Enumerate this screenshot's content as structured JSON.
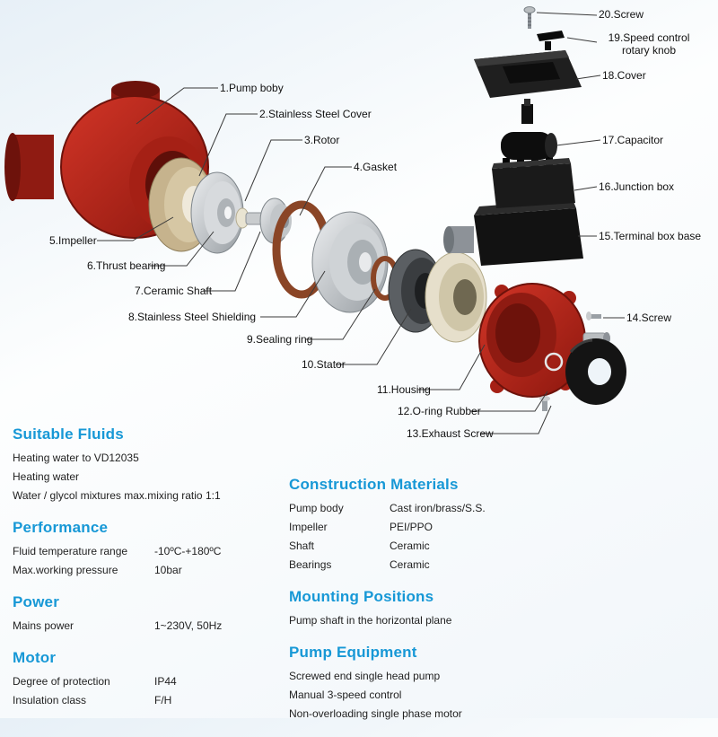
{
  "colors": {
    "accent_blue": "#1798d6",
    "pump_red": "#b02419"
  },
  "diagram": {
    "parts": [
      {
        "label": "1.Pump boby"
      },
      {
        "label": "2.Stainless Steel Cover"
      },
      {
        "label": "3.Rotor"
      },
      {
        "label": "4.Gasket"
      },
      {
        "label": "5.Impeller"
      },
      {
        "label": "6.Thrust bearing"
      },
      {
        "label": "7.Ceramic Shaft"
      },
      {
        "label": "8.Stainless Steel Shielding"
      },
      {
        "label": "9.Sealing ring"
      },
      {
        "label": "10.Stator"
      },
      {
        "label": "11.Housing"
      },
      {
        "label": "12.O-ring Rubber"
      },
      {
        "label": "13.Exhaust Screw"
      },
      {
        "label": "14.Screw"
      },
      {
        "label": "15.Terminal box base"
      },
      {
        "label": "16.Junction box"
      },
      {
        "label": "17.Capacitor"
      },
      {
        "label": "18.Cover"
      },
      {
        "label": "19.Speed control rotary knob"
      },
      {
        "label": "20.Screw"
      }
    ]
  },
  "sections": {
    "suitable_fluids": {
      "title": "Suitable Fluids",
      "lines": [
        "Heating water to VD12035",
        "Heating water",
        "Water / glycol mixtures max.mixing ratio 1:1"
      ]
    },
    "performance": {
      "title": "Performance",
      "rows": [
        {
          "label": "Fluid temperature range",
          "value": "-10ºC-+180ºC"
        },
        {
          "label": "Max.working pressure",
          "value": "10bar"
        }
      ]
    },
    "power": {
      "title": "Power",
      "rows": [
        {
          "label": "Mains power",
          "value": "1~230V, 50Hz"
        }
      ]
    },
    "motor": {
      "title": "Motor",
      "rows": [
        {
          "label": "Degree of protection",
          "value": "IP44"
        },
        {
          "label": "Insulation class",
          "value": "F/H"
        }
      ]
    },
    "construction_materials": {
      "title": "Construction Materials",
      "rows": [
        {
          "label": "Pump body",
          "value": "Cast iron/brass/S.S."
        },
        {
          "label": "Impeller",
          "value": "PEI/PPO"
        },
        {
          "label": "Shaft",
          "value": "Ceramic"
        },
        {
          "label": "Bearings",
          "value": "Ceramic"
        }
      ]
    },
    "mounting_positions": {
      "title": "Mounting Positions",
      "lines": [
        "Pump shaft in the horizontal plane"
      ]
    },
    "pump_equipment": {
      "title": "Pump Equipment",
      "lines": [
        "Screwed end single head pump",
        "Manual 3-speed control",
        "Non-overloading single phase motor"
      ]
    }
  }
}
